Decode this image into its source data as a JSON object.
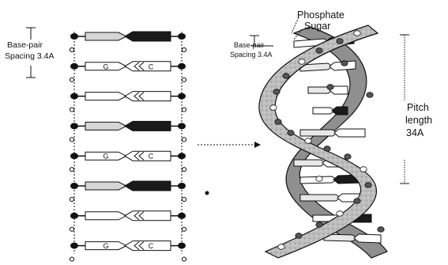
{
  "labels": {
    "left_spacing_line1": "Base-pair",
    "left_spacing_line2": "Spacing 3.4A",
    "right_spacing_line1": "Base-pair",
    "right_spacing_line2": "Spacing 3.4A",
    "phosphate": "Phosphate",
    "sugar": "Sugar",
    "pitch_line1": "Pitch",
    "pitch_line2": "length",
    "pitch_line3": "34A"
  },
  "ladder_rungs": [
    {
      "style": "dark",
      "left_base": "",
      "right_base": ""
    },
    {
      "style": "light",
      "left_base": "G",
      "right_base": "C"
    },
    {
      "style": "light",
      "left_base": "",
      "right_base": ""
    },
    {
      "style": "dark",
      "left_base": "",
      "right_base": ""
    },
    {
      "style": "light",
      "left_base": "G",
      "right_base": "C"
    },
    {
      "style": "dark",
      "left_base": "",
      "right_base": ""
    },
    {
      "style": "light",
      "left_base": "",
      "right_base": ""
    },
    {
      "style": "light",
      "left_base": "G",
      "right_base": "C"
    }
  ],
  "colors": {
    "ink": "#111111",
    "backbone_fill": "#b9b9b9",
    "backbone_dark": "#6f6f6f",
    "dark_base": "#1a1a1a",
    "light_base": "#ffffff"
  }
}
